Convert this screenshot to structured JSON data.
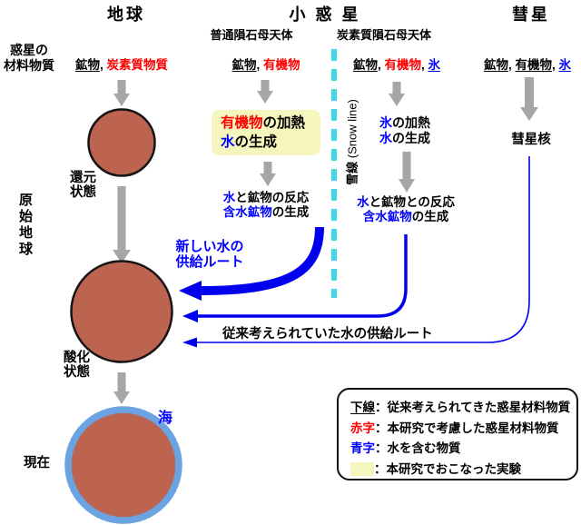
{
  "colors": {
    "red_text": "#ff0000",
    "blue_text": "#0000ff",
    "route_blue": "#0000ee",
    "gray_arrow": "#a6a6a6",
    "earth_fill": "#bc6450",
    "ocean_ring": "#6ba3e3",
    "snow_line_cyan": "#3fd9e6",
    "experiment_yellow": "#f5f5be"
  },
  "headers": {
    "earth": "地球",
    "asteroid": "小 惑 星",
    "comet": "彗星",
    "ordinary_parent": "普通隕石母天体",
    "carbonaceous_parent": "炭素質隕石母天体"
  },
  "left_labels": {
    "planet_materials": "惑星の\n材料物質",
    "primitive_earth": "原\n始\n地\n球",
    "reduced_state": "還元\n状態",
    "oxidized_state": "酸化\n状態",
    "present": "現在",
    "ocean": "海"
  },
  "materials": {
    "earth": {
      "mineral": "鉱物",
      "sep1": ", ",
      "carbonaceous_matter": "炭素質物質"
    },
    "ordinary": {
      "mineral": "鉱物",
      "sep1": ", ",
      "organic": "有機物"
    },
    "carbonaceous": {
      "mineral": "鉱物",
      "sep1": ", ",
      "organic": "有機物",
      "sep2": ", ",
      "ice": "氷"
    },
    "comet": {
      "mineral": "鉱物",
      "sep1": ", ",
      "organic": "有機物",
      "sep2": ", ",
      "ice": "氷"
    }
  },
  "experiment_box": {
    "line1_red": "有機物",
    "line1_rest": "の加熱",
    "line2_blue": "水",
    "line2_rest": "の生成"
  },
  "ordinary_reaction": {
    "l1_blue": "水",
    "l1_rest": "と鉱物の反応",
    "l2_blue": "含水鉱物",
    "l2_rest": "の生成"
  },
  "carb_heating": {
    "l1_blue": "氷",
    "l1_rest": "の加熱",
    "l2_blue": "水",
    "l2_rest": "の生成"
  },
  "carb_reaction": {
    "l1_blue": "水",
    "l1_rest": "と鉱物との反応",
    "l2_blue": "含水鉱物",
    "l2_rest": "の生成"
  },
  "comet_nucleus": "彗星核",
  "snow_line": {
    "jp": "雪線",
    "en": " (Snow line)"
  },
  "routes": {
    "new_route": "新しい水の\n供給ルート",
    "conventional_route": "従来考えられていた水の供給ルート"
  },
  "legend": {
    "underline_label": "下線",
    "underline_desc": "：従来考えられてきた惑星材料物質",
    "red_label": "赤字",
    "red_desc": "：本研究で考慮した惑星材料物質",
    "blue_label": "青字",
    "blue_desc": "：水を含む物質",
    "swatch_desc": "：本研究でおこなった実験"
  }
}
